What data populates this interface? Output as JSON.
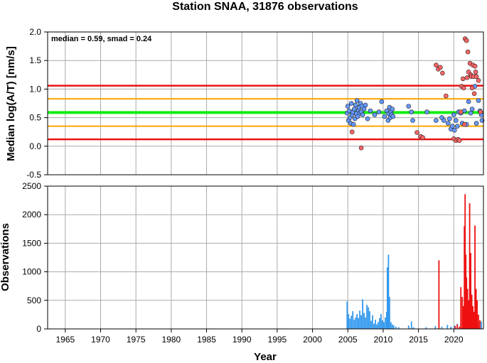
{
  "colors": {
    "red_line": "#ee1111",
    "orange_line": "#ffa500",
    "green_line": "#11ee11",
    "blue_point": "#6699ff",
    "red_point": "#ff6666",
    "blue_bar": "#3399ee",
    "red_bar": "#ee1111",
    "grid": "#aaaaaa"
  },
  "chart_data": [
    {
      "type": "scatter",
      "title": "Station SNAA, 31876 observations",
      "ylabel": "Median log(A/T) [nm/s]",
      "annotation": "median = 0.59, smad = 0.24",
      "xlim": [
        1962.5,
        2024.2
      ],
      "ylim": [
        -0.5,
        2.0
      ],
      "yticks": [
        "-0.5",
        "0.0",
        "0.5",
        "1.0",
        "1.5",
        "2.0"
      ],
      "grid": true,
      "hlines": [
        {
          "y": 1.06,
          "color": "red"
        },
        {
          "y": 0.83,
          "color": "orange"
        },
        {
          "y": 0.59,
          "color": "green"
        },
        {
          "y": 0.35,
          "color": "orange"
        },
        {
          "y": 0.12,
          "color": "red"
        }
      ],
      "series": [
        {
          "color": "blue",
          "points": [
            [
              2004.9,
              0.58
            ],
            [
              2005.0,
              0.7
            ],
            [
              2005.1,
              0.45
            ],
            [
              2005.2,
              0.62
            ],
            [
              2005.3,
              0.5
            ],
            [
              2005.4,
              0.4
            ],
            [
              2005.5,
              0.75
            ],
            [
              2005.6,
              0.55
            ],
            [
              2005.7,
              0.6
            ],
            [
              2005.8,
              0.38
            ],
            [
              2005.9,
              0.65
            ],
            [
              2006.0,
              0.48
            ],
            [
              2006.1,
              0.72
            ],
            [
              2006.2,
              0.57
            ],
            [
              2006.3,
              0.8
            ],
            [
              2006.4,
              0.52
            ],
            [
              2006.5,
              0.63
            ],
            [
              2006.6,
              0.68
            ],
            [
              2006.7,
              0.58
            ],
            [
              2006.8,
              0.75
            ],
            [
              2006.9,
              0.6
            ],
            [
              2007.0,
              0.7
            ],
            [
              2007.1,
              0.55
            ],
            [
              2007.3,
              0.65
            ],
            [
              2007.5,
              0.72
            ],
            [
              2007.8,
              0.48
            ],
            [
              2008.2,
              0.62
            ],
            [
              2008.8,
              0.55
            ],
            [
              2009.4,
              0.6
            ],
            [
              2009.8,
              0.78
            ],
            [
              2010.2,
              0.52
            ],
            [
              2010.5,
              0.62
            ],
            [
              2010.7,
              0.45
            ],
            [
              2010.8,
              0.57
            ],
            [
              2010.9,
              0.68
            ],
            [
              2011.0,
              0.5
            ],
            [
              2011.1,
              0.6
            ],
            [
              2011.2,
              0.55
            ],
            [
              2011.3,
              0.65
            ],
            [
              2011.4,
              0.52
            ],
            [
              2013.6,
              0.7
            ],
            [
              2014.0,
              0.6
            ],
            [
              2014.2,
              0.45
            ],
            [
              2016.2,
              0.6
            ],
            [
              2017.5,
              0.45
            ],
            [
              2018.3,
              0.5
            ],
            [
              2018.6,
              0.45
            ],
            [
              2019.2,
              0.4
            ],
            [
              2019.4,
              0.48
            ],
            [
              2019.6,
              0.3
            ],
            [
              2019.8,
              0.35
            ],
            [
              2020.0,
              0.55
            ],
            [
              2020.1,
              0.28
            ],
            [
              2020.3,
              0.45
            ],
            [
              2020.5,
              0.35
            ],
            [
              2020.7,
              0.6
            ],
            [
              2021.0,
              0.58
            ],
            [
              2021.2,
              0.4
            ],
            [
              2021.5,
              0.62
            ],
            [
              2021.8,
              0.38
            ],
            [
              2022.1,
              0.78
            ],
            [
              2022.4,
              0.58
            ],
            [
              2022.6,
              0.65
            ],
            [
              2023.0,
              1.05
            ],
            [
              2023.2,
              0.4
            ],
            [
              2023.5,
              0.8
            ],
            [
              2023.7,
              0.62
            ],
            [
              2023.9,
              0.55
            ],
            [
              2024.0,
              0.45
            ]
          ]
        },
        {
          "color": "red",
          "points": [
            [
              2005.6,
              0.25
            ],
            [
              2006.9,
              -0.03
            ],
            [
              2014.8,
              0.24
            ],
            [
              2015.3,
              0.17
            ],
            [
              2015.6,
              0.15
            ],
            [
              2017.5,
              1.42
            ],
            [
              2017.8,
              1.35
            ],
            [
              2018.1,
              1.38
            ],
            [
              2018.4,
              1.28
            ],
            [
              2018.9,
              0.88
            ],
            [
              2020.0,
              0.13
            ],
            [
              2020.3,
              0.1
            ],
            [
              2020.6,
              0.12
            ],
            [
              2020.8,
              0.1
            ],
            [
              2021.0,
              0.6
            ],
            [
              2021.1,
              1.05
            ],
            [
              2021.3,
              1.18
            ],
            [
              2021.4,
              1.02
            ],
            [
              2021.5,
              0.38
            ],
            [
              2021.6,
              1.88
            ],
            [
              2021.8,
              1.85
            ],
            [
              2021.9,
              1.2
            ],
            [
              2022.0,
              1.65
            ],
            [
              2022.1,
              1.3
            ],
            [
              2022.3,
              1.45
            ],
            [
              2022.4,
              1.25
            ],
            [
              2022.5,
              1.22
            ],
            [
              2022.6,
              1.02
            ],
            [
              2022.7,
              1.42
            ],
            [
              2022.8,
              1.22
            ],
            [
              2022.9,
              0.92
            ],
            [
              2023.0,
              1.4
            ],
            [
              2023.1,
              1.3
            ],
            [
              2023.2,
              1.22
            ],
            [
              2023.5,
              1.15
            ],
            [
              2023.8,
              0.6
            ]
          ]
        }
      ]
    },
    {
      "type": "bar",
      "ylabel": "Observations",
      "xlabel": "Year",
      "xlim": [
        1962.5,
        2024.2
      ],
      "ylim": [
        0,
        2500
      ],
      "xticks": [
        "1965",
        "1970",
        "1975",
        "1980",
        "1985",
        "1990",
        "1995",
        "2000",
        "2005",
        "2010",
        "2015",
        "2020"
      ],
      "yticks": [
        "0",
        "500",
        "1000",
        "1500",
        "2000",
        "2500"
      ],
      "grid": true,
      "series": [
        {
          "color": "blue",
          "bars": [
            [
              2004.9,
              480
            ],
            [
              2005.1,
              260
            ],
            [
              2005.3,
              180
            ],
            [
              2005.5,
              230
            ],
            [
              2005.7,
              310
            ],
            [
              2005.9,
              160
            ],
            [
              2006.1,
              200
            ],
            [
              2006.3,
              260
            ],
            [
              2006.5,
              190
            ],
            [
              2006.7,
              320
            ],
            [
              2006.9,
              240
            ],
            [
              2007.1,
              520
            ],
            [
              2007.3,
              280
            ],
            [
              2007.5,
              200
            ],
            [
              2007.7,
              420
            ],
            [
              2007.9,
              380
            ],
            [
              2008.1,
              310
            ],
            [
              2008.3,
              140
            ],
            [
              2008.5,
              240
            ],
            [
              2008.7,
              90
            ],
            [
              2008.9,
              160
            ],
            [
              2009.1,
              80
            ],
            [
              2009.3,
              120
            ],
            [
              2009.5,
              190
            ],
            [
              2009.7,
              260
            ],
            [
              2009.9,
              150
            ],
            [
              2010.1,
              120
            ],
            [
              2010.3,
              200
            ],
            [
              2010.5,
              300
            ],
            [
              2010.6,
              1080
            ],
            [
              2010.75,
              1300
            ],
            [
              2010.9,
              560
            ],
            [
              2011.1,
              120
            ],
            [
              2011.3,
              80
            ],
            [
              2011.5,
              60
            ],
            [
              2011.8,
              40
            ],
            [
              2012.2,
              30
            ],
            [
              2013.6,
              60
            ],
            [
              2014.0,
              130
            ],
            [
              2014.3,
              30
            ],
            [
              2016.1,
              30
            ],
            [
              2017.4,
              50
            ],
            [
              2018.3,
              40
            ],
            [
              2019.1,
              70
            ],
            [
              2019.6,
              40
            ],
            [
              2020.1,
              60
            ],
            [
              2020.5,
              90
            ],
            [
              2021.4,
              70
            ],
            [
              2022.3,
              80
            ],
            [
              2023.5,
              110
            ],
            [
              2023.9,
              130
            ]
          ]
        },
        {
          "color": "red",
          "bars": [
            [
              2017.9,
              1200
            ],
            [
              2020.2,
              50
            ],
            [
              2020.5,
              80
            ],
            [
              2020.8,
              40
            ],
            [
              2021.0,
              730
            ],
            [
              2021.2,
              560
            ],
            [
              2021.35,
              400
            ],
            [
              2021.5,
              1800
            ],
            [
              2021.6,
              2360
            ],
            [
              2021.7,
              1300
            ],
            [
              2021.8,
              900
            ],
            [
              2021.95,
              700
            ],
            [
              2022.1,
              500
            ],
            [
              2022.25,
              2200
            ],
            [
              2022.4,
              1330
            ],
            [
              2022.55,
              600
            ],
            [
              2022.7,
              400
            ],
            [
              2022.85,
              300
            ],
            [
              2023.0,
              1810
            ],
            [
              2023.15,
              700
            ],
            [
              2023.3,
              500
            ],
            [
              2023.5,
              250
            ],
            [
              2023.7,
              150
            ]
          ]
        }
      ]
    }
  ]
}
